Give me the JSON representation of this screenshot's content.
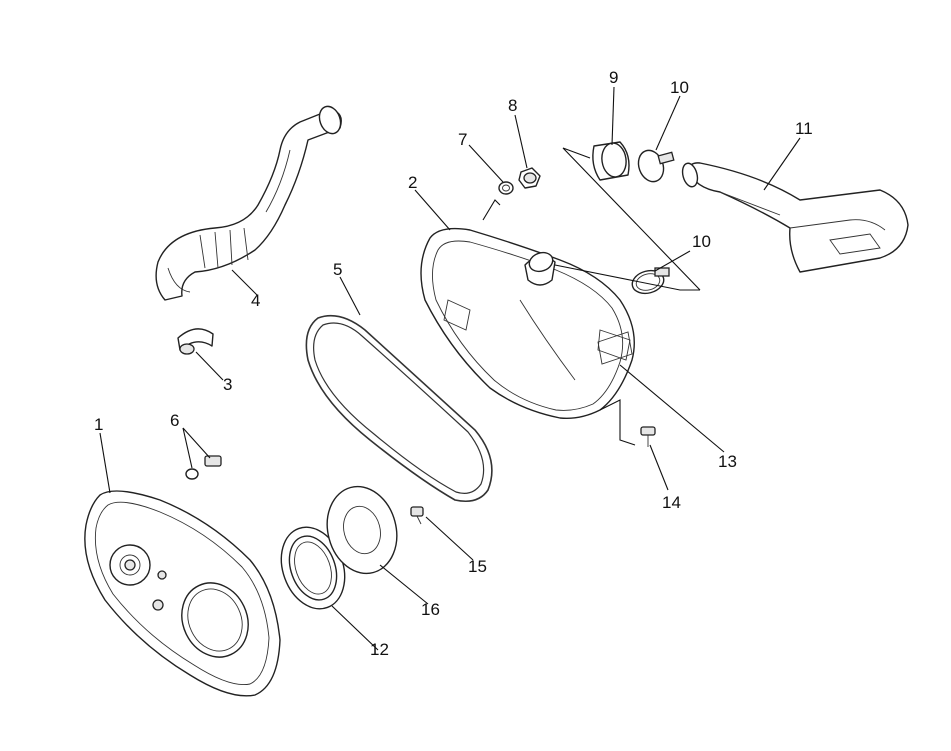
{
  "callouts": {
    "c1": "1",
    "c2": "2",
    "c3": "3",
    "c4": "4",
    "c5": "5",
    "c6": "6",
    "c7": "7",
    "c8": "8",
    "c9": "9",
    "c10a": "10",
    "c10b": "10",
    "c11": "11",
    "c12": "12",
    "c13": "13",
    "c14": "14",
    "c15": "15",
    "c16": "16"
  },
  "parts": [
    {
      "ref": "1",
      "icon": "outer-clutch-cover-icon"
    },
    {
      "ref": "2",
      "icon": "inner-clutch-cover-icon"
    },
    {
      "ref": "3",
      "icon": "hose-clamp-icon"
    },
    {
      "ref": "4",
      "icon": "intake-duct-hose-icon"
    },
    {
      "ref": "5",
      "icon": "drive-belt-icon"
    },
    {
      "ref": "6",
      "icon": "screw-washer-icon"
    },
    {
      "ref": "7",
      "icon": "o-ring-icon"
    },
    {
      "ref": "8",
      "icon": "drain-plug-icon"
    },
    {
      "ref": "9",
      "icon": "boot-adapter-icon"
    },
    {
      "ref": "10",
      "icon": "hose-clamp-icon"
    },
    {
      "ref": "11",
      "icon": "air-intake-duct-icon"
    },
    {
      "ref": "12",
      "icon": "seal-ring-icon"
    },
    {
      "ref": "13",
      "icon": "gasket-icon"
    },
    {
      "ref": "14",
      "icon": "screw-icon"
    },
    {
      "ref": "15",
      "icon": "screw-icon"
    },
    {
      "ref": "16",
      "icon": "retainer-plate-icon"
    }
  ]
}
